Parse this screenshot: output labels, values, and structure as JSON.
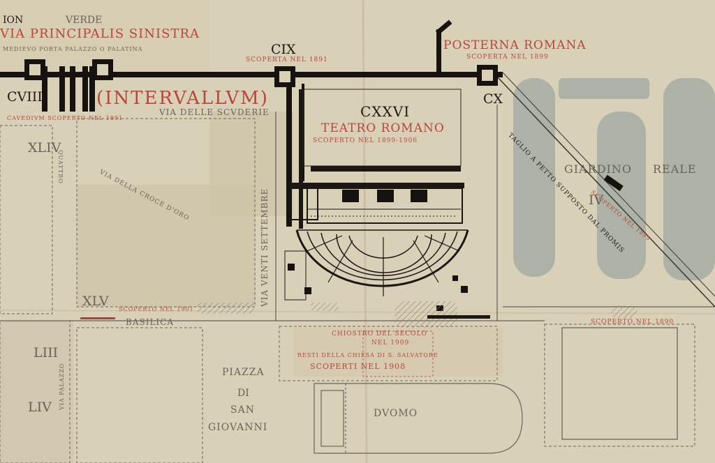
{
  "colors": {
    "paper": "#d9d0b8",
    "ink": "#1e1a16",
    "red_ink": "#b8463a",
    "garden_blue": "#9fa9a1"
  },
  "labels": {
    "top_left_frag": "ION",
    "verde": "VERDE",
    "via_principalis": "VIA PRINCIPALIS SINISTRA",
    "porta_palazzo": "MEDIEVO   PORTA PALAZZO  O  PALATINA",
    "cviii": "CVIII",
    "cavedium": "CAVEDIVM   SCOPERTO NEL 1891",
    "intervallum": "(INTERVALLVM)",
    "via_scuderie": "VIA DELLE SCVDERIE",
    "cix": "CIX",
    "cix_note": "SCOPERTA NEL 1891",
    "posterna": "POSTERNA ROMANA",
    "posterna_note": "SCOPERTA NEL 1899",
    "cx": "CX",
    "cxxvi": "CXXVI",
    "teatro": "TEATRO ROMANO",
    "teatro_note": "SCOPERTO NEL 1899-1906",
    "giardino": "GIARDINO",
    "reale": "REALE",
    "iv": "IV",
    "giardino_note": "SCOPERTO NEL 1899",
    "taglio": "TAGLIO  A  PETTO  SUPPOSTO  DAL  PROMIS",
    "xliv": "XLIV",
    "quattro_frag": "QUATTRO",
    "via_croce": "VIA DELLA CROCE D'ORO",
    "venti_settembre": "VIA  VENTI  SETTEMBRE",
    "xlv": "XLV",
    "basilica_note": "SCOPERTO NEL 1901",
    "basilica": "BASILICA",
    "scoperto_1890": "SCOPERTO NEL 1890",
    "chiostro": "CHIOSTRO DEL SECOLO",
    "chiostro_date": "NEL 1909",
    "resti_chiesa": "RESTI DELLA CHIESA DI S. SALVATORE",
    "scoperti_1908": "SCOPERTI NEL 1908",
    "lii": "LIII",
    "liv": "LIV",
    "piazza1": "PIAZZA",
    "piazza2": "DI",
    "piazza3": "SAN",
    "piazza4": "GIOVANNI",
    "duomo": "DVOMO",
    "via_palazzo_frag": "VIA PALAZZO"
  }
}
